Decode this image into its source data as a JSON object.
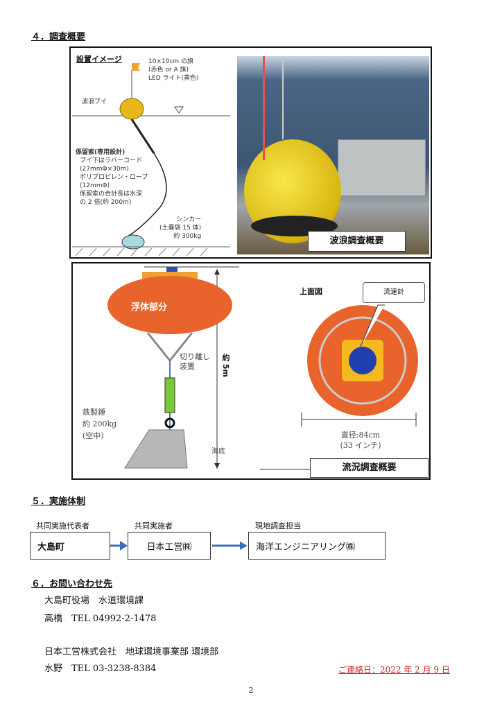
{
  "section4": {
    "title": "４．調査概要",
    "diagram": {
      "title": "設置イメージ",
      "flag": [
        "10×10cm の旗",
        "(赤色 or A 旗)",
        "LED ライト(黄色)"
      ],
      "buoy": "波浪ブイ",
      "mooring": [
        "係留索(専用設計)",
        "ブイ下はラバーコード",
        "(27mmΦ×30m)",
        "ポリプロピレン・ロープ",
        "(12mmΦ)",
        "係留索の合計長は水深",
        "の 2 倍(約 200m)"
      ],
      "sinker": [
        "シンカー",
        "(土嚢袋 15 体)",
        "約 300kg"
      ]
    },
    "wave_caption": "波浪調査概要",
    "current": {
      "float": "浮体部分",
      "release": [
        "切り離し",
        "装置"
      ],
      "weight": [
        "鉄製錘",
        "約 200kg",
        "(空中)"
      ],
      "height": "約 5m",
      "seabed": "海底",
      "top_view": "上面図",
      "meter": "流速計",
      "diameter": [
        "直径:84cm",
        "(33 インチ)"
      ]
    },
    "current_caption": "流況調査概要"
  },
  "section5": {
    "title": "５．実施体制",
    "roles": [
      {
        "role": "共同実施代表者",
        "org": "大島町"
      },
      {
        "role": "共同実施者",
        "org": "日本工営㈱"
      },
      {
        "role": "現地調査担当",
        "org": "海洋エンジニアリング㈱"
      }
    ]
  },
  "section6": {
    "title": "６．お問い合わせ先",
    "lines": [
      "大島町役場　水道環境課",
      "高橋　TEL 04992-2-1478",
      "日本工営株式会社　地球環境事業部 環境部",
      "水野　TEL 03-3238-8384"
    ],
    "date": "ご連絡日：2022 年 2 月 9 日"
  },
  "page_number": "2",
  "colors": {
    "arrow": "#3a6fb8",
    "date": "#d02020",
    "buoy_orange": "#e8642c",
    "buoy_yellow": "#f0c81a"
  }
}
